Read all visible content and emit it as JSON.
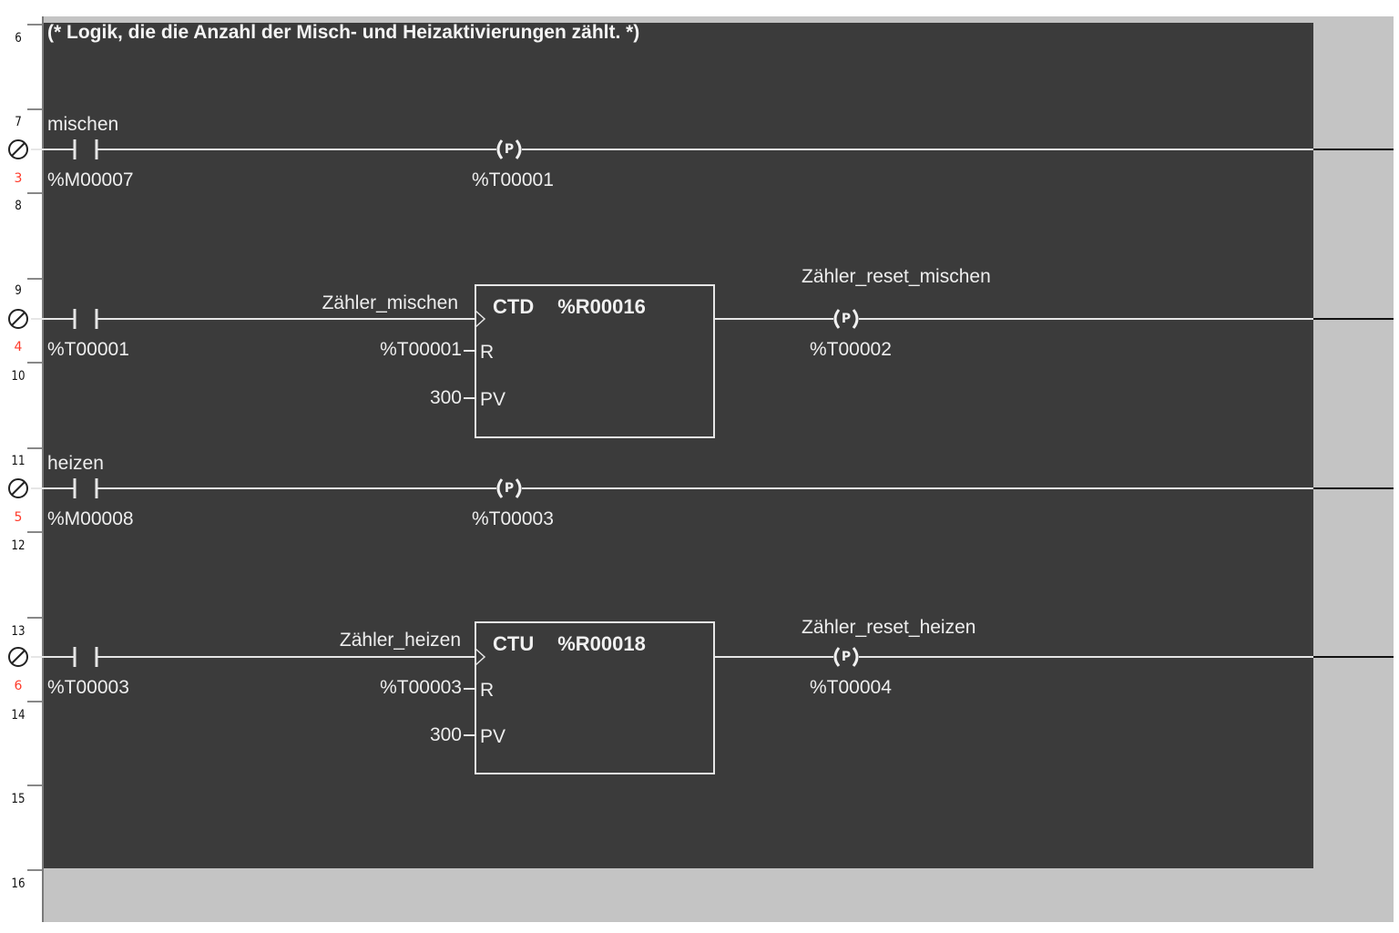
{
  "comment": "(* Logik, die die Anzahl der Misch- und Heizaktivierungen zählt. *)",
  "line_numbers": [
    "6",
    "7",
    "8",
    "9",
    "10",
    "11",
    "12",
    "13",
    "14",
    "15",
    "16"
  ],
  "rung_numbers": [
    "3",
    "4",
    "5",
    "6"
  ],
  "rungs": [
    {
      "contact": {
        "name": "mischen",
        "address": "%M00007"
      },
      "coil": {
        "symbol": "P",
        "name": "",
        "address": "%T00001"
      }
    },
    {
      "contact": {
        "name": "",
        "address": "%T00001"
      },
      "block": {
        "input_label": "Zähler_mischen",
        "type": "CTD",
        "register": "%R00016",
        "r_input": "%T00001",
        "r_pin": "R",
        "pv_input": "300",
        "pv_pin": "PV"
      },
      "coil": {
        "symbol": "P",
        "name": "Zähler_reset_mischen",
        "address": "%T00002"
      }
    },
    {
      "contact": {
        "name": "heizen",
        "address": "%M00008"
      },
      "coil": {
        "symbol": "P",
        "name": "",
        "address": "%T00003"
      }
    },
    {
      "contact": {
        "name": "",
        "address": "%T00003"
      },
      "block": {
        "input_label": "Zähler_heizen",
        "type": "CTU",
        "register": "%R00018",
        "r_input": "%T00003",
        "r_pin": "R",
        "pv_input": "300",
        "pv_pin": "PV"
      },
      "coil": {
        "symbol": "P",
        "name": "Zähler_reset_heizen",
        "address": "%T00004"
      }
    }
  ],
  "colors": {
    "editor_bg": "#3b3b3b",
    "gray_area": "#c4c4c4",
    "wire": "#e6e6e6",
    "rung_number": "#ff3a2a"
  }
}
